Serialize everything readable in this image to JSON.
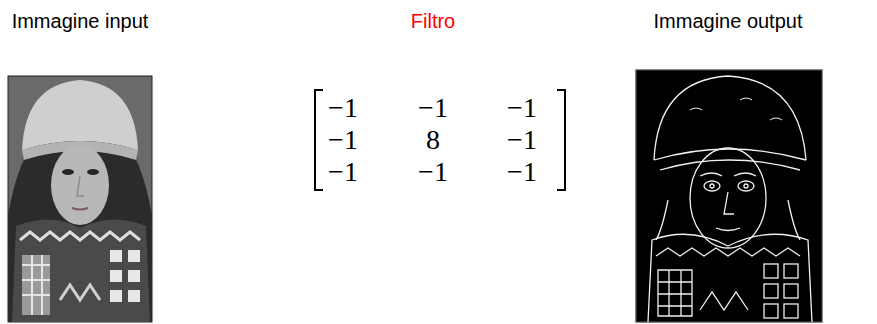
{
  "diagram": {
    "labels": [
      "Immagine input",
      "Filtro",
      "Immagine output",
      "−1",
      "−1",
      "−1",
      "−1",
      "8",
      "−1",
      "−1",
      "−1",
      "−1"
    ]
  }
}
